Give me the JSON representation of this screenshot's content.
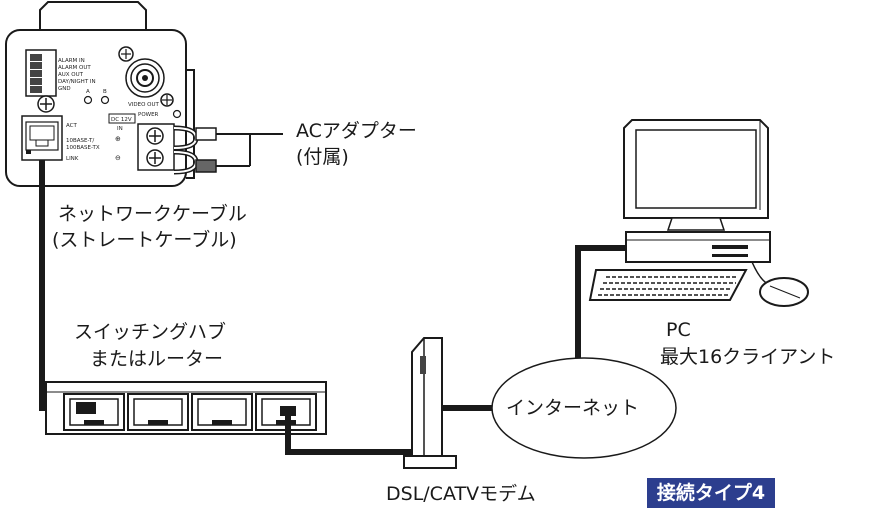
{
  "labels": {
    "ac_adapter": "ACアダプター",
    "ac_adapter_note": "(付属)",
    "network_cable": "ネットワークケーブル",
    "network_cable_note": "(ストレートケーブル)",
    "switching_hub": "スイッチングハブ",
    "switching_hub_note": "またはルーター",
    "internet": "インターネット",
    "modem": "DSL/CATVモデム",
    "pc": "PC",
    "pc_note": "最大16クライアント",
    "badge": "接続タイプ4"
  },
  "camera_panel": {
    "alarm_in": "ALARM IN",
    "alarm_out": "ALARM OUT",
    "aux_out": "AUX OUT",
    "day_night_in": "DAY/NIGHT IN",
    "gnd": "GND",
    "a": "A",
    "b": "B",
    "video_out": "VIDEO OUT",
    "power": "POWER",
    "dc12v": "DC 12V",
    "in": "IN",
    "plus": "⊕",
    "minus": "⊖",
    "act": "ACT",
    "base_1": "10BASE-T/",
    "base_2": "100BASE-TX",
    "link": "LINK"
  },
  "colors": {
    "line": "#1a1a1a",
    "badge_bg": "#2c3e8e",
    "badge_text": "#ffffff",
    "background": "#ffffff"
  }
}
